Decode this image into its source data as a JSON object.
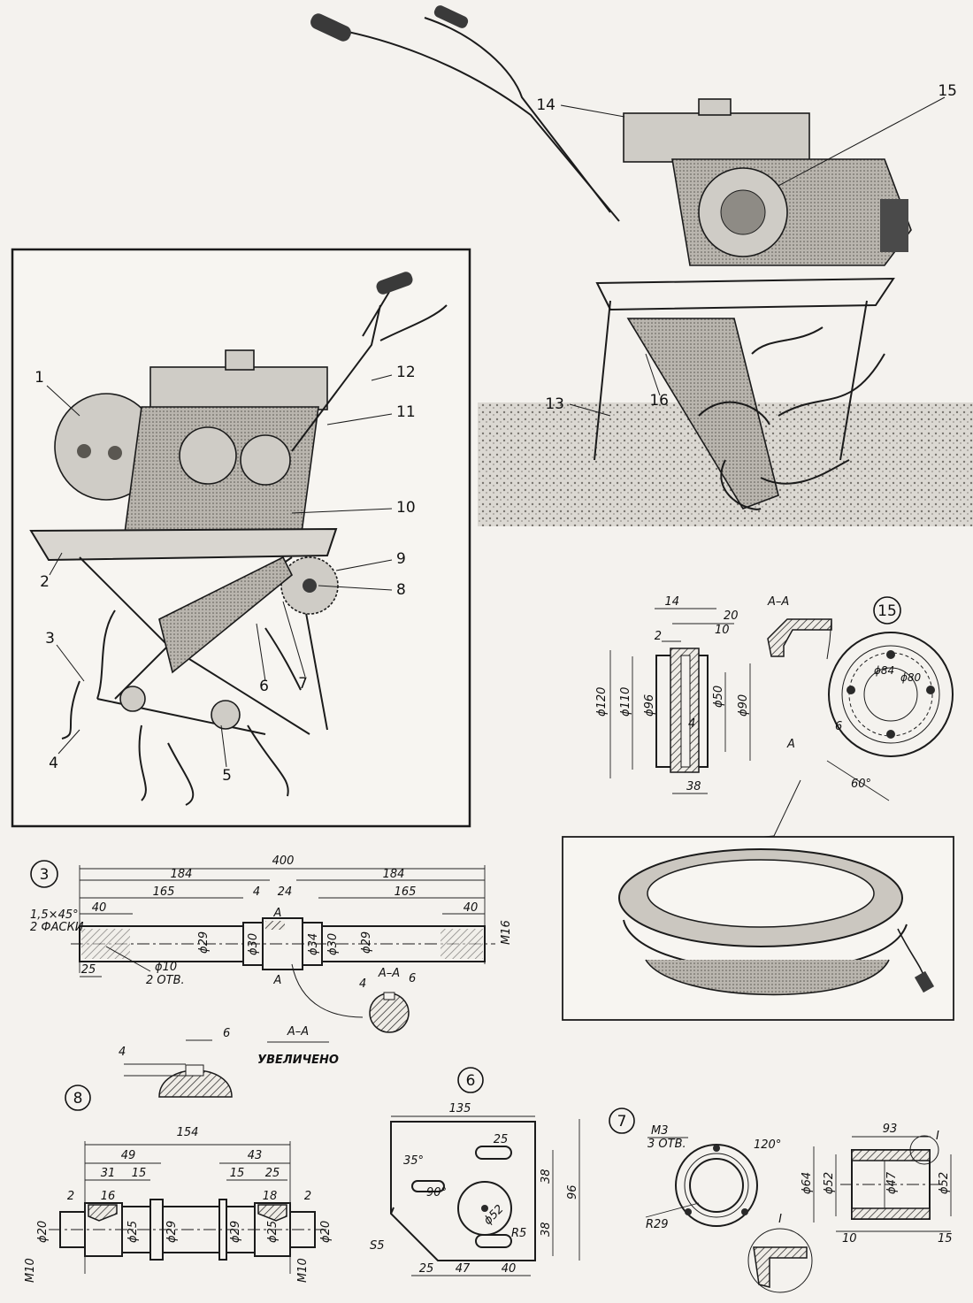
{
  "photo_labels": [
    "14",
    "15",
    "13",
    "16"
  ],
  "inset_labels": [
    "1",
    "12",
    "11",
    "10",
    "9",
    "8",
    "2",
    "3",
    "6",
    "7",
    "4",
    "5"
  ],
  "drum": {
    "number": "15",
    "section": "А–А",
    "dims": [
      "14",
      "20",
      "10",
      "2",
      "ϕ120",
      "ϕ110",
      "ϕ96",
      "ϕ50",
      "ϕ90",
      "4",
      "38",
      "ϕ84",
      "ϕ80",
      "6",
      "60°",
      "А"
    ]
  },
  "shaft": {
    "number": "3",
    "dims": [
      "400",
      "184",
      "184",
      "165",
      "165",
      "4",
      "24",
      "40",
      "40",
      "1,5×45°",
      "2 ФАСКИ",
      "ϕ29",
      "ϕ30",
      "ϕ34",
      "ϕ30",
      "ϕ29",
      "М16",
      "25",
      "ϕ10",
      "2 ОТВ.",
      "А",
      "А",
      "4",
      "А–А",
      "6"
    ],
    "section_title": "А–А",
    "section_note": "УВЕЛИЧЕНО",
    "section_dims": [
      "6",
      "4"
    ]
  },
  "part8": {
    "number": "8",
    "dims": [
      "154",
      "49",
      "43",
      "31",
      "15",
      "15",
      "25",
      "2",
      "16",
      "18",
      "2",
      "ϕ20",
      "ϕ25",
      "ϕ29",
      "ϕ29",
      "ϕ25",
      "ϕ20",
      "М10",
      "М10"
    ]
  },
  "part6": {
    "number": "6",
    "dims": [
      "135",
      "35°",
      "25",
      "90°",
      "ϕ52",
      "38",
      "38",
      "96",
      "R5",
      "S5",
      "25",
      "47",
      "40"
    ]
  },
  "part7": {
    "number": "7",
    "dims": [
      "М3",
      "3 ОТВ.",
      "120°",
      "R29",
      "93",
      "I",
      "ϕ64",
      "ϕ52",
      "ϕ47",
      "ϕ52",
      "10",
      "15",
      "I"
    ]
  }
}
